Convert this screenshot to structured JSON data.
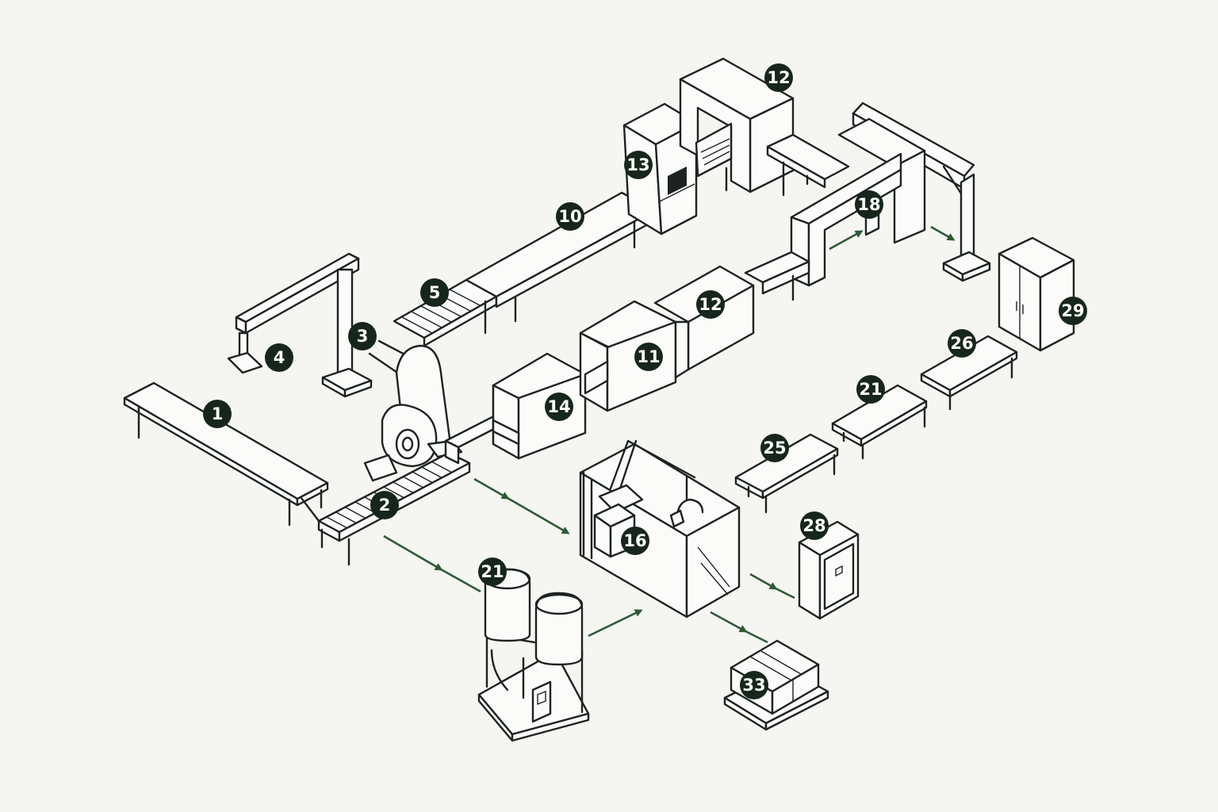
{
  "colors": {
    "background": "#f5f5f2",
    "line": "#1c2320",
    "badge": "#17261c",
    "badge_text": "#ffffff",
    "flow_arrow": "#2e5a36"
  },
  "labels": {
    "b1": "1",
    "b2": "2",
    "b3": "3",
    "b4": "4",
    "b5": "5",
    "b10": "10",
    "b11": "11",
    "b12_top": "12",
    "b12_mid": "12",
    "b13": "13",
    "b14": "14",
    "b16": "16",
    "b18": "18",
    "b21_drums": "21",
    "b21_bench": "21",
    "b25": "25",
    "b26": "26",
    "b28": "28",
    "b29": "29",
    "b33": "33"
  }
}
